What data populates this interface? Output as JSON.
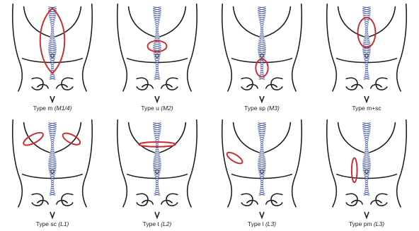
{
  "colors": {
    "outline": "#1a1a1a",
    "linea": "#3b4f9c",
    "defect": "#cc2a2a"
  },
  "panels": [
    {
      "type": "Type m",
      "code": "(M1/4)",
      "defect": "median-long"
    },
    {
      "type": "Type u",
      "code": "(M2)",
      "defect": "umbilical"
    },
    {
      "type": "Type sp",
      "code": "(M3)",
      "defect": "suprapubic"
    },
    {
      "type": "Type m+sc",
      "code": "",
      "defect": "median-upper"
    },
    {
      "type": "Type sc",
      "code": "(L1)",
      "defect": "subcostal-bilateral"
    },
    {
      "type": "Type t",
      "code": "(L2)",
      "defect": "transverse"
    },
    {
      "type": "Type l",
      "code": "(L3)",
      "defect": "lumbar-left"
    },
    {
      "type": "Type pm",
      "code": "(L3)",
      "defect": "paramedian"
    }
  ]
}
